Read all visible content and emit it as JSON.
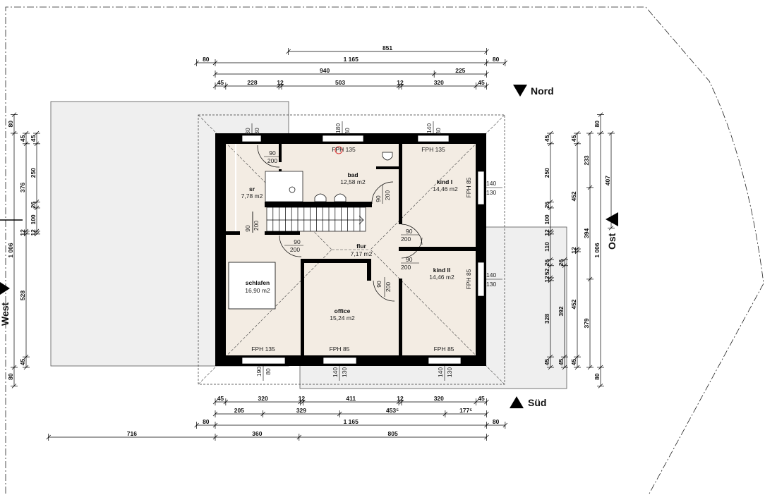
{
  "plan": {
    "colors": {
      "wall": "#000000",
      "floor": "#f3ece3",
      "terrace": "#efefef",
      "line": "#111111"
    },
    "compass": {
      "north": "Nord",
      "south": "Süd",
      "west": "West",
      "east": "Ost"
    },
    "rooms": [
      {
        "name": "sr",
        "area": "7,78 m2"
      },
      {
        "name": "bad",
        "area": "12,58 m2"
      },
      {
        "name": "kind I",
        "area": "14,46 m2"
      },
      {
        "name": "flur",
        "area": "7,17 m2"
      },
      {
        "name": "kind II",
        "area": "14,46 m2"
      },
      {
        "name": "schlafen",
        "area": "16,90 m2"
      },
      {
        "name": "office",
        "area": "15,24 m2"
      }
    ],
    "parapets": [
      "FPH 135",
      "FPH 135",
      "FPH 85",
      "FPH 85",
      "FPH 135",
      "FPH 85",
      "FPH 85"
    ],
    "windows": [
      {
        "w": "80",
        "h": "80"
      },
      {
        "w": "180",
        "h": "80"
      },
      {
        "w": "140",
        "h": "80"
      },
      {
        "w": "140",
        "h": "130"
      },
      {
        "w": "140",
        "h": "130"
      },
      {
        "w": "190",
        "h": "80"
      },
      {
        "w": "140",
        "h": "130"
      },
      {
        "w": "140",
        "h": "130"
      }
    ],
    "doors": [
      {
        "w": "90",
        "h": "200"
      },
      {
        "w": "90",
        "h": "200"
      },
      {
        "w": "90",
        "h": "200"
      },
      {
        "w": "90",
        "h": "200"
      },
      {
        "w": "90",
        "h": "200"
      },
      {
        "w": "90",
        "h": "200"
      },
      {
        "w": "90",
        "h": "200"
      }
    ]
  },
  "dimensions": {
    "top": [
      {
        "offset": 314,
        "segments": [
          {
            "v": 851,
            "t": "851"
          }
        ]
      },
      {
        "offset": -80,
        "segments": [
          {
            "v": 80,
            "t": "80"
          },
          {
            "v": 1165,
            "t": "1 165"
          },
          {
            "v": 80,
            "t": "80"
          }
        ]
      },
      {
        "offset": 0,
        "segments": [
          {
            "v": 940,
            "t": "940"
          },
          {
            "v": 225,
            "t": "225"
          }
        ]
      },
      {
        "offset": 0,
        "segments": [
          {
            "v": 45,
            "t": "45"
          },
          {
            "v": 228,
            "t": "228"
          },
          {
            "v": 12,
            "t": "12"
          },
          {
            "v": 503,
            "t": "503"
          },
          {
            "v": 12,
            "t": "12"
          },
          {
            "v": 320,
            "t": "320"
          },
          {
            "v": 45,
            "t": "45"
          }
        ]
      }
    ],
    "bottom": [
      {
        "offset": 0,
        "segments": [
          {
            "v": 45,
            "t": "45"
          },
          {
            "v": 320,
            "t": "320"
          },
          {
            "v": 12,
            "t": "12"
          },
          {
            "v": 411,
            "t": "411"
          },
          {
            "v": 12,
            "t": "12"
          },
          {
            "v": 320,
            "t": "320"
          },
          {
            "v": 45,
            "t": "45"
          }
        ]
      },
      {
        "offset": 0,
        "segments": [
          {
            "v": 205,
            "t": "205"
          },
          {
            "v": 329,
            "t": "329"
          },
          {
            "v": 453.5,
            "t": "453⁵"
          },
          {
            "v": 177.5,
            "t": "177⁵"
          }
        ]
      },
      {
        "offset": -80,
        "segments": [
          {
            "v": 80,
            "t": "80"
          },
          {
            "v": 1165,
            "t": "1 165"
          },
          {
            "v": 80,
            "t": "80"
          }
        ]
      },
      {
        "offset": -716,
        "segments": [
          {
            "v": 716,
            "t": "716"
          },
          {
            "v": 360,
            "t": "360"
          },
          {
            "v": 805,
            "t": "805"
          }
        ]
      }
    ],
    "left": [
      {
        "offset": -80,
        "segments": [
          {
            "v": 80,
            "t": "80"
          },
          {
            "v": 1006,
            "t": "1 006"
          },
          {
            "v": 80,
            "t": "80"
          }
        ]
      },
      {
        "offset": 0,
        "segments": [
          {
            "v": 45,
            "t": "45"
          },
          {
            "v": 376,
            "t": "376"
          },
          {
            "v": 12,
            "t": "12"
          },
          {
            "v": 528,
            "t": "528"
          },
          {
            "v": 45,
            "t": "45"
          }
        ]
      },
      {
        "offset": 0,
        "segments": [
          {
            "v": 45,
            "t": "45"
          },
          {
            "v": 250,
            "t": "250"
          },
          {
            "v": 26,
            "t": "26"
          },
          {
            "v": 100,
            "t": "100"
          },
          {
            "v": 12,
            "t": "12"
          }
        ]
      }
    ],
    "right": [
      {
        "offset": 0,
        "segments": [
          {
            "v": 45,
            "t": "45"
          },
          {
            "v": 250,
            "t": "250"
          },
          {
            "v": 26,
            "t": "26"
          },
          {
            "v": 100,
            "t": "100"
          },
          {
            "v": 12,
            "t": "12"
          },
          {
            "v": 110,
            "t": "110"
          },
          {
            "v": 26,
            "t": "26"
          },
          {
            "v": 52,
            "t": "52"
          },
          {
            "v": 12,
            "t": "12"
          },
          {
            "v": 328,
            "t": "328"
          },
          {
            "v": 45,
            "t": "45"
          }
        ]
      },
      {
        "offset": 543,
        "segments": [
          {
            "v": 26,
            "t": "26"
          },
          {
            "v": 392,
            "t": "392"
          },
          {
            "v": 45,
            "t": "45"
          }
        ]
      },
      {
        "offset": 0,
        "segments": [
          {
            "v": 45,
            "t": "45"
          },
          {
            "v": 452,
            "t": "452"
          },
          {
            "v": 12,
            "t": "12"
          },
          {
            "v": 452,
            "t": "452"
          },
          {
            "v": 45,
            "t": "45"
          }
        ]
      },
      {
        "offset": 0,
        "segments": [
          {
            "v": 233,
            "t": "233"
          },
          {
            "v": 394,
            "t": "394"
          },
          {
            "v": 379,
            "t": "379"
          }
        ]
      },
      {
        "offset": -80,
        "segments": [
          {
            "v": 80,
            "t": "80"
          },
          {
            "v": 1006,
            "t": "1 006"
          },
          {
            "v": 80,
            "t": "80"
          }
        ]
      },
      {
        "offset": 0,
        "segments": [
          {
            "v": 407,
            "t": "407"
          }
        ]
      }
    ]
  }
}
